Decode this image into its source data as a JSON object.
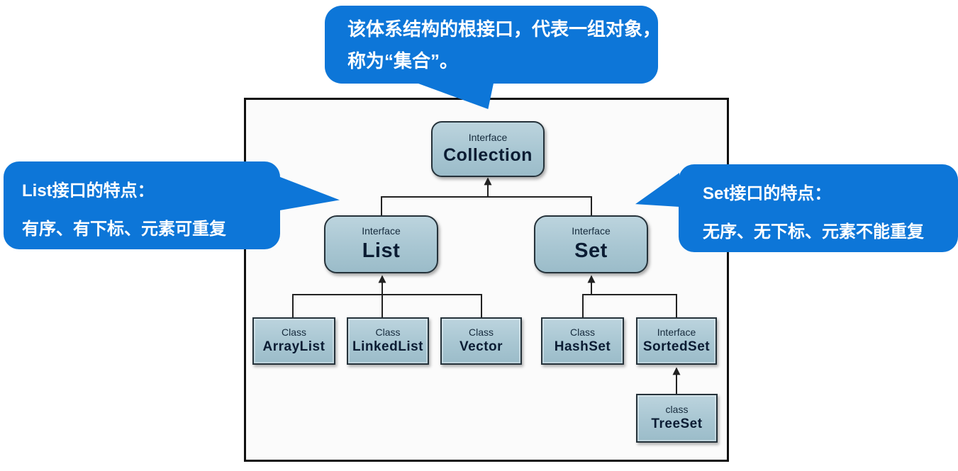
{
  "bubbles": {
    "top": {
      "lines": [
        "该体系结构的根接口，代表一组对象，",
        "称为“集合”。"
      ]
    },
    "left": {
      "lines": [
        "List接口的特点：",
        "有序、有下标、元素可重复"
      ]
    },
    "right": {
      "lines": [
        "Set接口的特点：",
        "无序、无下标、元素不能重复"
      ]
    }
  },
  "nodes": {
    "collection": {
      "type": "Interface",
      "name": "Collection"
    },
    "list": {
      "type": "Interface",
      "name": "List"
    },
    "set": {
      "type": "Interface",
      "name": "Set"
    },
    "arraylist": {
      "type": "Class",
      "name": "ArrayList"
    },
    "linkedlist": {
      "type": "Class",
      "name": "LinkedList"
    },
    "vector": {
      "type": "Class",
      "name": "Vector"
    },
    "hashset": {
      "type": "Class",
      "name": "HashSet"
    },
    "sortedset": {
      "type": "Interface",
      "name": "SortedSet"
    },
    "treeset": {
      "type": "class",
      "name": "TreeSet"
    }
  },
  "colors": {
    "bubble_blue": "#0d76d8",
    "node_fill": "#a8c6d2",
    "node_border": "#25323a",
    "connector": "#222222",
    "panel_background": "#fbfbfb"
  }
}
